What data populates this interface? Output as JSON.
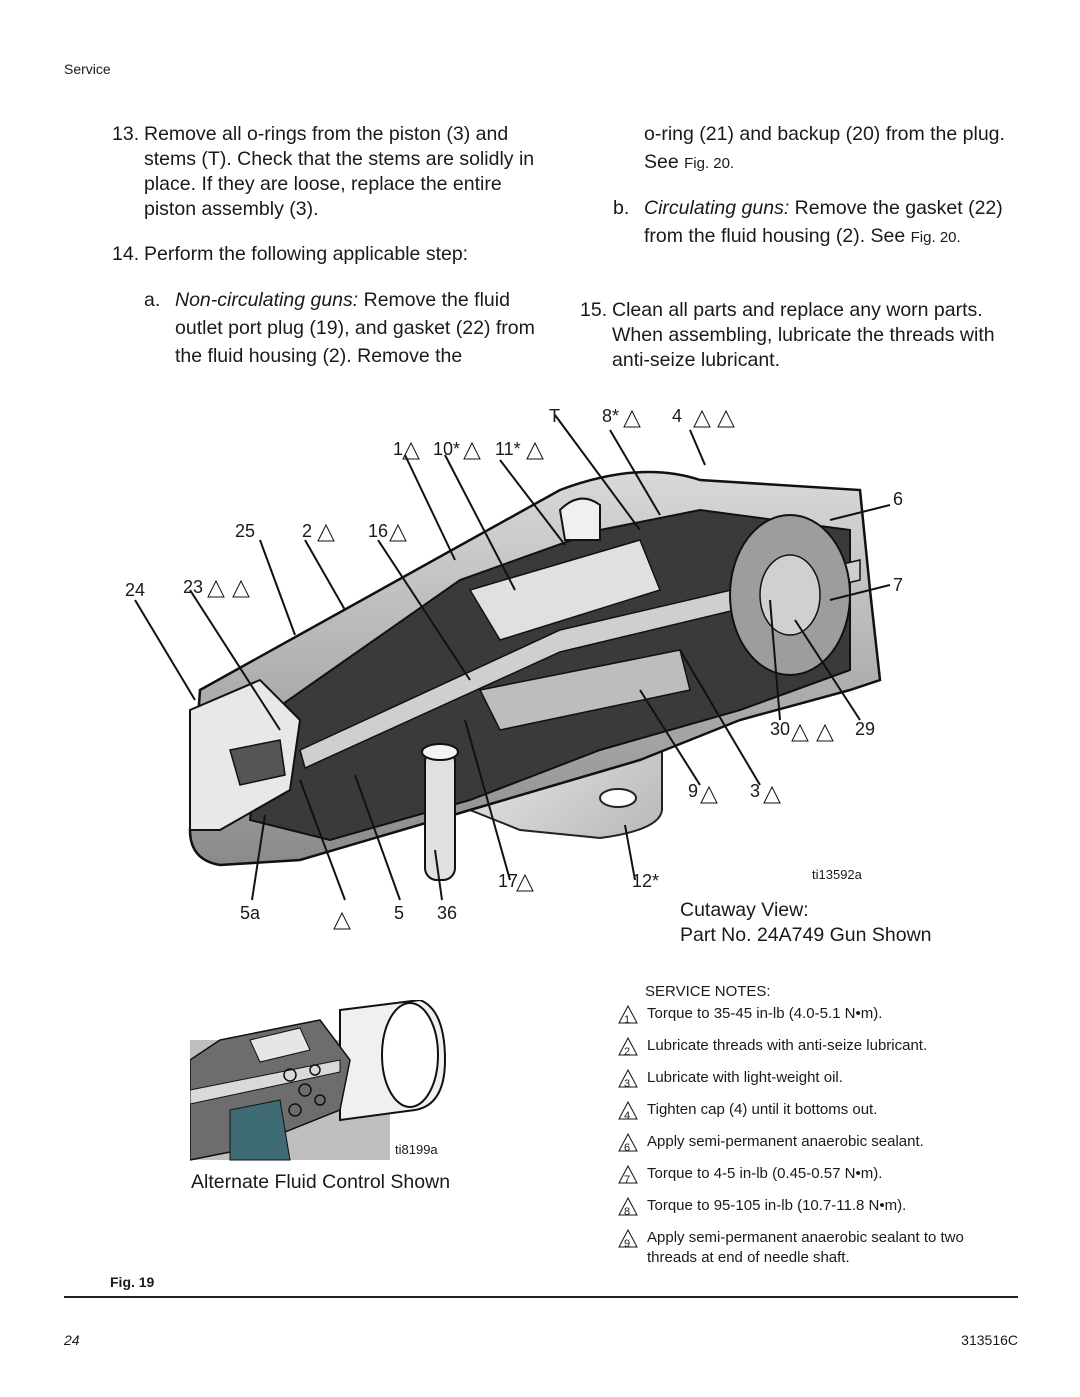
{
  "header": {
    "section": "Service"
  },
  "left_column": {
    "step13": {
      "num": "13.",
      "text": "Remove all o-rings from the piston (3) and stems (T). Check that the stems are solidly in place. If they are loose, replace the entire piston assembly (3)."
    },
    "step14": {
      "num": "14.",
      "text": "Perform the following applicable step:"
    },
    "step14a": {
      "letter": "a.",
      "italic": "Non-circulating guns:",
      "text": " Remove the fluid outlet port plug (19), and gasket (22) from the fluid housing (2). Remove the"
    }
  },
  "right_column": {
    "step14a_cont": {
      "text": "o-ring (21) and backup (20) from the plug. See ",
      "fig": "Fig. 20."
    },
    "step14b": {
      "letter": "b.",
      "italic": "Circulating guns:",
      "text": " Remove the gasket (22) from the fluid housing (2). See ",
      "fig": "Fig. 20."
    },
    "step15": {
      "num": "15.",
      "text": "Clean all parts and replace any worn parts. When assembling, lubricate the threads with anti-seize lubricant."
    }
  },
  "figure": {
    "labels": {
      "T": "T",
      "l8": "8*",
      "l4": "4",
      "l1": "1",
      "l10": "10*",
      "l11": "11*",
      "l6": "6",
      "l25": "25",
      "l2": "2",
      "l16": "16",
      "l24": "24",
      "l23": "23",
      "l7": "7",
      "l30": "30",
      "l29": "29",
      "l9": "9",
      "l3": "3",
      "l17": "17",
      "l12": "12*",
      "l5a": "5a",
      "l5": "5",
      "l36": "36"
    },
    "ti_main": "ti13592a",
    "ti_alt": "ti8199a",
    "caption_line1": "Cutaway View:",
    "caption_line2": "Part No. 24A749 Gun Shown",
    "alt_caption": "Alternate Fluid Control Shown"
  },
  "service_notes": {
    "title": "SERVICE NOTES:",
    "items": [
      {
        "n": "1",
        "text": "Torque to 35-45 in-lb (4.0-5.1 N•m)."
      },
      {
        "n": "2",
        "text": "Lubricate threads with anti-seize lubricant."
      },
      {
        "n": "3",
        "text": "Lubricate with light-weight oil."
      },
      {
        "n": "4",
        "text": "Tighten cap (4) until it bottoms out."
      },
      {
        "n": "6",
        "text": "Apply semi-permanent anaerobic sealant."
      },
      {
        "n": "7",
        "text": "Torque to 4-5 in-lb (0.45-0.57 N•m)."
      },
      {
        "n": "8",
        "text": "Torque to 95-105 in-lb (10.7-11.8 N•m)."
      },
      {
        "n": "9",
        "text": "Apply semi-permanent anaerobic sealant to two threads at end of needle shaft."
      }
    ]
  },
  "footer": {
    "fig_label": "Fig. 19",
    "page": "24",
    "doc": "313516C"
  }
}
